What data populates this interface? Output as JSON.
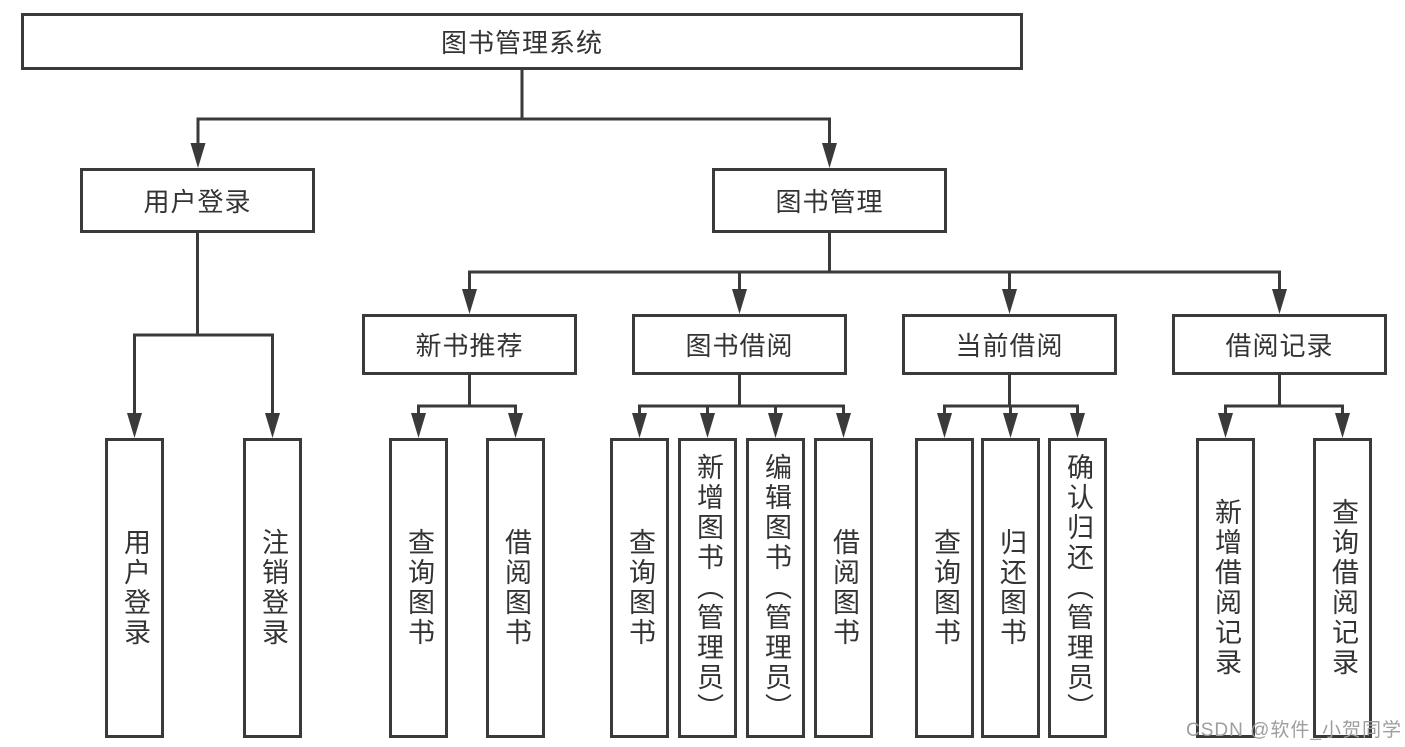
{
  "colors": {
    "line": "#3a3a3a",
    "box_border": "#3a3a3a",
    "box_fill": "#ffffff",
    "text": "#333333",
    "background": "#ffffff",
    "watermark": "#9e9e9e"
  },
  "watermark": {
    "text": "CSDN @软件_小贺同学"
  },
  "nodes": {
    "root": {
      "label": "图书管理系统",
      "parent": null
    },
    "user_login_group": {
      "label": "用户登录",
      "parent": "root"
    },
    "book_mgmt": {
      "label": "图书管理",
      "parent": "root"
    },
    "user_login": {
      "label": "用户登录",
      "parent": "user_login_group"
    },
    "logout": {
      "label": "注销登录",
      "parent": "user_login_group"
    },
    "new_book_rec": {
      "label": "新书推荐",
      "parent": "book_mgmt"
    },
    "book_borrow": {
      "label": "图书借阅",
      "parent": "book_mgmt"
    },
    "current_borrow": {
      "label": "当前借阅",
      "parent": "book_mgmt"
    },
    "borrow_records": {
      "label": "借阅记录",
      "parent": "book_mgmt"
    },
    "query_books_rec": {
      "label": "查询图书",
      "parent": "new_book_rec"
    },
    "borrow_books_rec": {
      "label": "借阅图书",
      "parent": "new_book_rec"
    },
    "query_books_borrow": {
      "label": "查询图书",
      "parent": "book_borrow"
    },
    "add_books": {
      "label": "新增图书（管理员）",
      "parent": "book_borrow"
    },
    "edit_books": {
      "label": "编辑图书（管理员）",
      "parent": "book_borrow"
    },
    "borrow_books_borrow": {
      "label": "借阅图书",
      "parent": "book_borrow"
    },
    "query_books_current": {
      "label": "查询图书",
      "parent": "current_borrow"
    },
    "return_books": {
      "label": "归还图书",
      "parent": "current_borrow"
    },
    "confirm_return": {
      "label": "确认归还（管理员）",
      "parent": "current_borrow"
    },
    "add_borrow_record": {
      "label": "新增借阅记录",
      "parent": "borrow_records"
    },
    "query_borrow_record": {
      "label": "查询借阅记录",
      "parent": "borrow_records"
    }
  }
}
